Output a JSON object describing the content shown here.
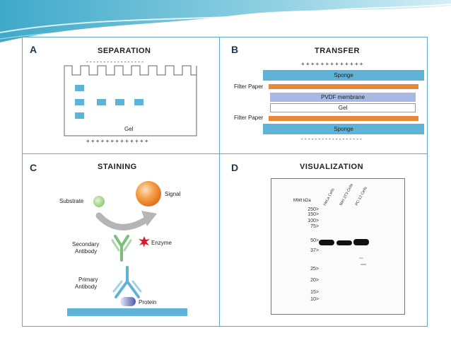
{
  "panels": {
    "a": {
      "letter": "A",
      "title": "SEPARATION",
      "gel_label": "Gel",
      "minus_signs": "- - - - - - - - - - - - - - - - -",
      "plus_signs": "+ + + + + + + + + + + + +"
    },
    "b": {
      "letter": "B",
      "title": "TRANSFER",
      "plus_signs": "+ + + + + + + + + + + + +",
      "sponge_top": "Sponge",
      "filter_paper_top": "Filter Paper",
      "pvdf": "PVDF membrane",
      "gel": "Gel",
      "filter_paper_bottom": "Filter Paper",
      "sponge_bottom": "Sponge",
      "minus_signs": "- - - - - - - - - - - - - - - - - -"
    },
    "c": {
      "letter": "C",
      "title": "STAINING",
      "substrate": "Substrate",
      "signal": "Signal",
      "secondary_antibody_line1": "Secondary",
      "secondary_antibody_line2": "Antibody",
      "enzyme": "Enzyme",
      "primary_antibody_line1": "Primary",
      "primary_antibody_line2": "Antibody",
      "protein": "Protein"
    },
    "d": {
      "letter": "D",
      "title": "VISUALIZATION",
      "mw_label": "MWt kDa",
      "markers": [
        "250>",
        "150>",
        "100>",
        "75>",
        "50>",
        "37>",
        "25>",
        "20>",
        "15>",
        "10>"
      ],
      "lanes": [
        "HeLa Cells",
        "NIH 3T3 Cells",
        "PC-12 Cells"
      ]
    }
  },
  "colors": {
    "accent_blue": "#5fb3d6",
    "orange": "#e8873a",
    "pvdf_purple": "#a7b9e3",
    "enzyme_red": "#d81b2a",
    "signal_orange": "#f08a2a"
  }
}
